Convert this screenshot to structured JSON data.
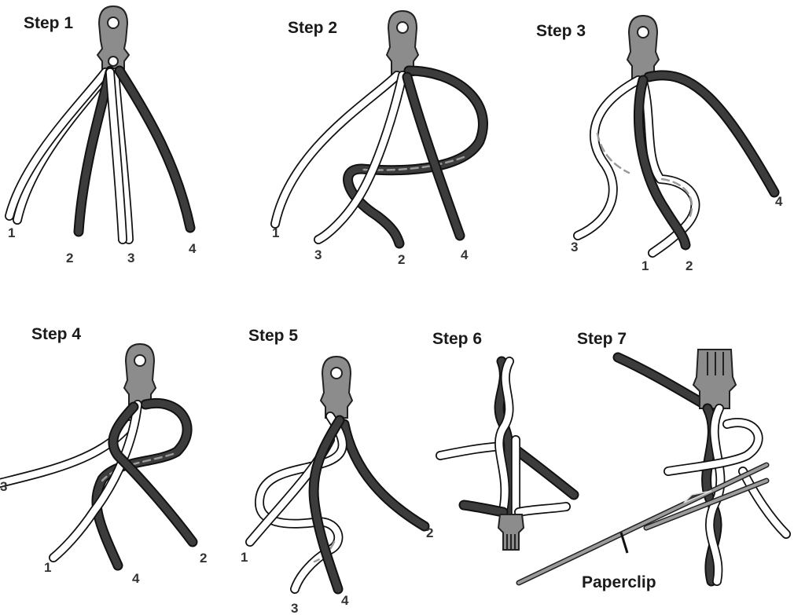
{
  "steps": [
    {
      "title": "Step 1",
      "labels": [
        "1",
        "2",
        "3",
        "4"
      ]
    },
    {
      "title": "Step 2",
      "labels": [
        "1",
        "3",
        "2",
        "4"
      ]
    },
    {
      "title": "Step 3",
      "labels": [
        "3",
        "1",
        "2",
        "4"
      ]
    },
    {
      "title": "Step 4",
      "labels": [
        "3",
        "1",
        "4",
        "2"
      ]
    },
    {
      "title": "Step 5",
      "labels": [
        "1",
        "3",
        "4",
        "2"
      ]
    },
    {
      "title": "Step 6"
    },
    {
      "title": "Step 7",
      "callout": "Paperclip"
    }
  ]
}
